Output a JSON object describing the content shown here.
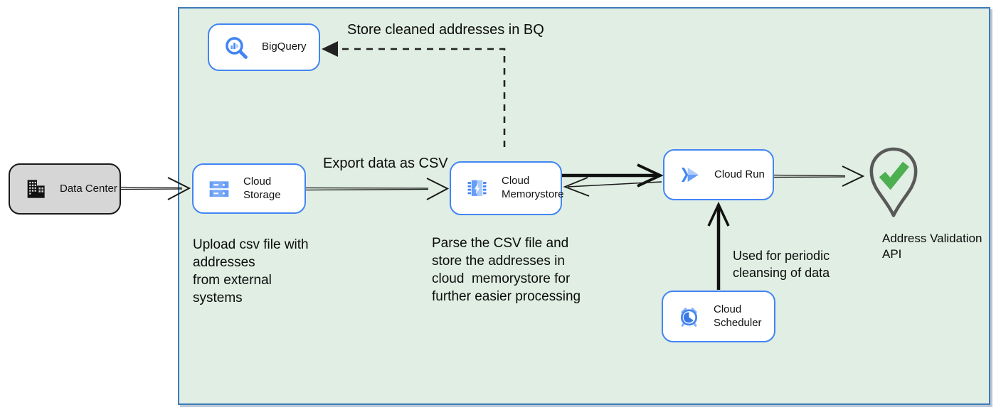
{
  "nodes": {
    "data_center": {
      "label": "Data Center"
    },
    "bigquery": {
      "label": "BigQuery"
    },
    "cloud_storage": {
      "label": "Cloud Storage"
    },
    "memorystore": {
      "label": "Cloud Memorystore"
    },
    "cloud_run": {
      "label": "Cloud Run"
    },
    "cloud_scheduler": {
      "label": "Cloud Scheduler"
    },
    "address_validation_api": {
      "label": "Address Validation API"
    }
  },
  "annotations": {
    "store_bq": "Store cleaned addresses in BQ",
    "export_csv": "Export data as CSV",
    "upload_note": "Upload csv file with\naddresses\nfrom external\nsystems",
    "parse_note": "Parse the CSV file and\nstore the addresses in\ncloud  memorystore for\nfurther easier processing",
    "scheduler_note": "Used for periodic\ncleansing of data"
  },
  "colors": {
    "container_fill": "#e0eee3",
    "container_border": "#3d7ab8",
    "node_border": "#4285f4",
    "node_fill": "#ffffff",
    "datacenter_fill": "#d6d6d6",
    "datacenter_border": "#1a1a1a",
    "arrow_black": "#1a1a1a",
    "icon_blue": "#4285f4",
    "icon_blue_mid": "#669df6",
    "icon_blue_light": "#aecbfa",
    "pin_gray": "#595959",
    "check_green": "#4caf50"
  }
}
